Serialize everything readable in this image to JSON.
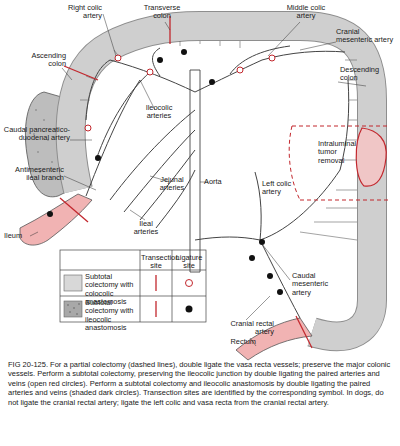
{
  "diagram": {
    "caption": "FIG 20-125. For a partial colectomy (dashed lines), double ligate the vasa recta vessels; preserve the major colonic vessels. Perform a subtotal colectomy, preserving the ileocolic junction by double ligating the paired arteries and veins (open red circles). Perform a subtotal colectomy and ileocolic anastomosis by double ligating the paired arteries and veins (shaded dark circles). Transection sites are identified by the corresponding symbol. In dogs, do not ligate the cranial rectal artery; ligate the left colic and vasa recta from the cranial rectal artery.",
    "labels": [
      "Right colic artery",
      "Transverse colon",
      "Middle colic artery",
      "Ascending colon",
      "Cranial mesenteric artery",
      "Descending colon",
      "Caudal pancreatico-duodenal artery",
      "Ileocolic arteries",
      "Antimesenteric ileal branch",
      "Intraluminal tumor removal",
      "Jejunal arteries",
      "Aorta",
      "Left colic artery",
      "Ileal arteries",
      "Ileum",
      "Caudal mesenteric artery",
      "Transection site",
      "Ligature site",
      "Subtotal colectomy with colocolic anastomosis",
      "Subtotal colectomy with ileocolic anastomosis",
      "Cranial rectal artery",
      "Rectum"
    ]
  }
}
